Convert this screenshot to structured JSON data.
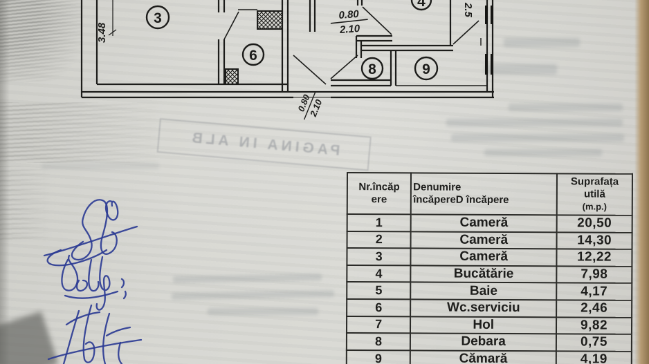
{
  "photo": {
    "paper_color": "#d7d7d2",
    "edge_color": "#b59a72",
    "ink_color": "#1c1c1a",
    "pen_color": "#2c3c94"
  },
  "floor_plan": {
    "room_numbers": {
      "r3": "3",
      "r4": "4",
      "r6": "6",
      "r8": "8",
      "r9": "9"
    },
    "dimensions": {
      "room3_height": "3.48",
      "door_top_width": "0.80",
      "door_top_height": "2.10",
      "door_bottom_width": "0.80",
      "door_bottom_height": "2.10",
      "room4_width": "2.5"
    }
  },
  "ghost_stamp": {
    "text": "PAGINA IN ALB"
  },
  "table": {
    "header": {
      "col1_line1": "Nr.încăp",
      "col1_line2": "ere",
      "col2_line1": "Denumire",
      "col2_line2": "încăpereD încăpere",
      "col3_line1": "Suprafața",
      "col3_line2": "utilă",
      "col3_line3": "(m.p.)"
    },
    "rows": [
      {
        "nr": "1",
        "name": "Cameră",
        "area": "20,50"
      },
      {
        "nr": "2",
        "name": "Cameră",
        "area": "14,30"
      },
      {
        "nr": "3",
        "name": "Cameră",
        "area": "12,22"
      },
      {
        "nr": "4",
        "name": "Bucătărie",
        "area": "7,98"
      },
      {
        "nr": "5",
        "name": "Baie",
        "area": "4,17"
      },
      {
        "nr": "6",
        "name": "Wc.serviciu",
        "area": "2,46"
      },
      {
        "nr": "7",
        "name": "Hol",
        "area": "9,82"
      },
      {
        "nr": "8",
        "name": "Debara",
        "area": "0,75"
      },
      {
        "nr": "9",
        "name": "Cămară",
        "area": "4,19"
      }
    ]
  }
}
